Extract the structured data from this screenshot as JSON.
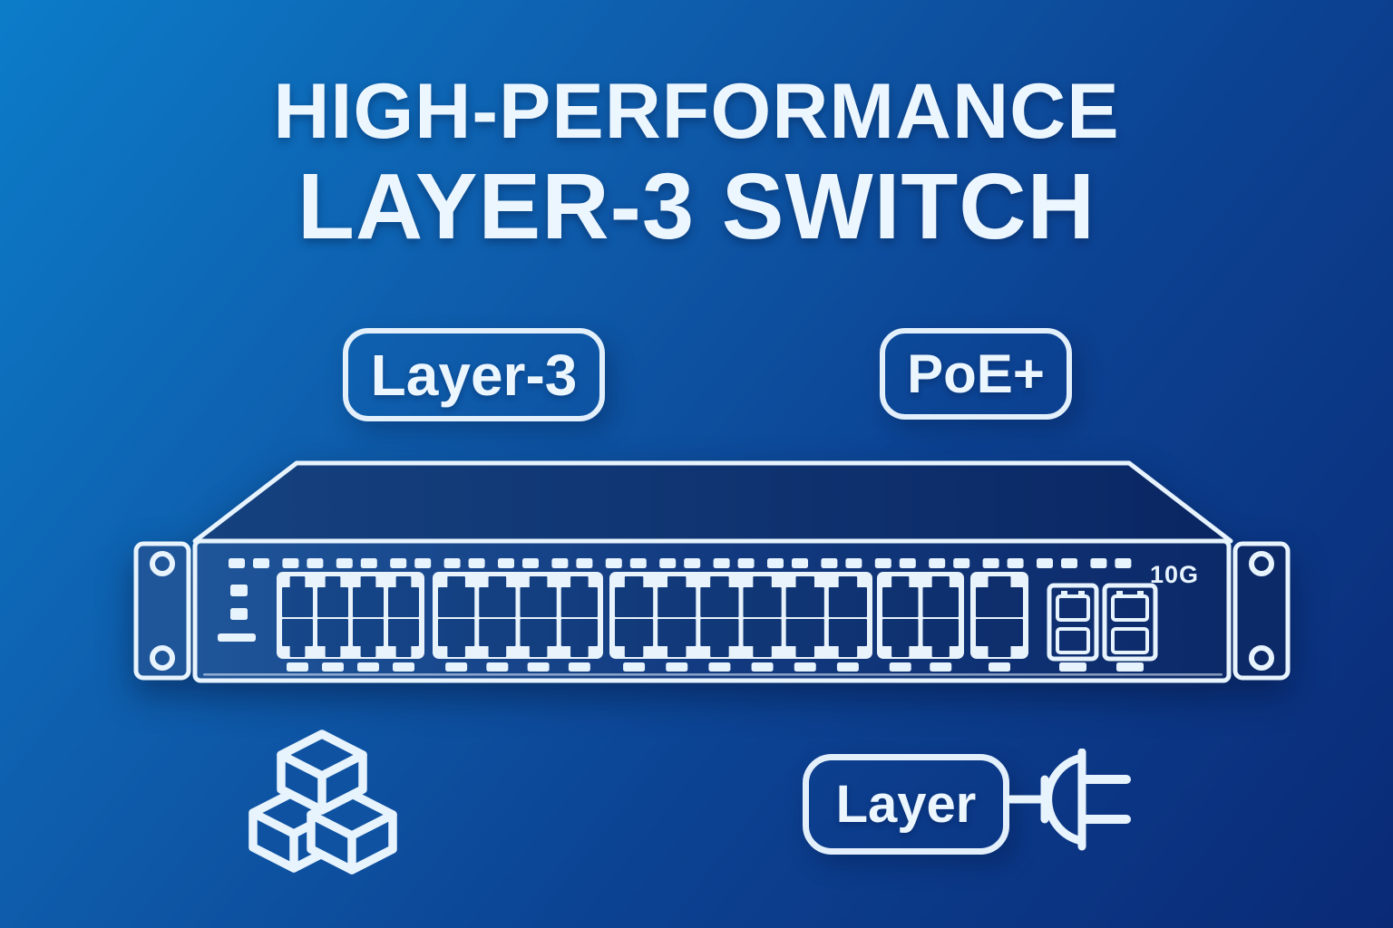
{
  "title": {
    "line1": "HIGH-PERFORMANCE",
    "line2": "LAYER-3 SWITCH"
  },
  "badges": {
    "layer3": "Layer-3",
    "poe": "PoE+",
    "layer_plug": "Layer"
  },
  "switch": {
    "uplink_label": "10G",
    "port_groups": [
      4,
      4,
      6,
      2,
      1
    ],
    "sfp_cages": 2,
    "rack_ears": 2,
    "led_pairs": 17,
    "status_leds": 2
  },
  "icons": {
    "bottom_left": "stacked-cubes-icon",
    "bottom_right": "power-plug-icon"
  },
  "colors": {
    "bg_from": "#0c7cc9",
    "bg_to": "#0a2a76",
    "line": "#e7f3fd",
    "port_panel": "#e9f3fc",
    "panel_navy": "#11367b",
    "icon_fill": "#0e52a1"
  }
}
